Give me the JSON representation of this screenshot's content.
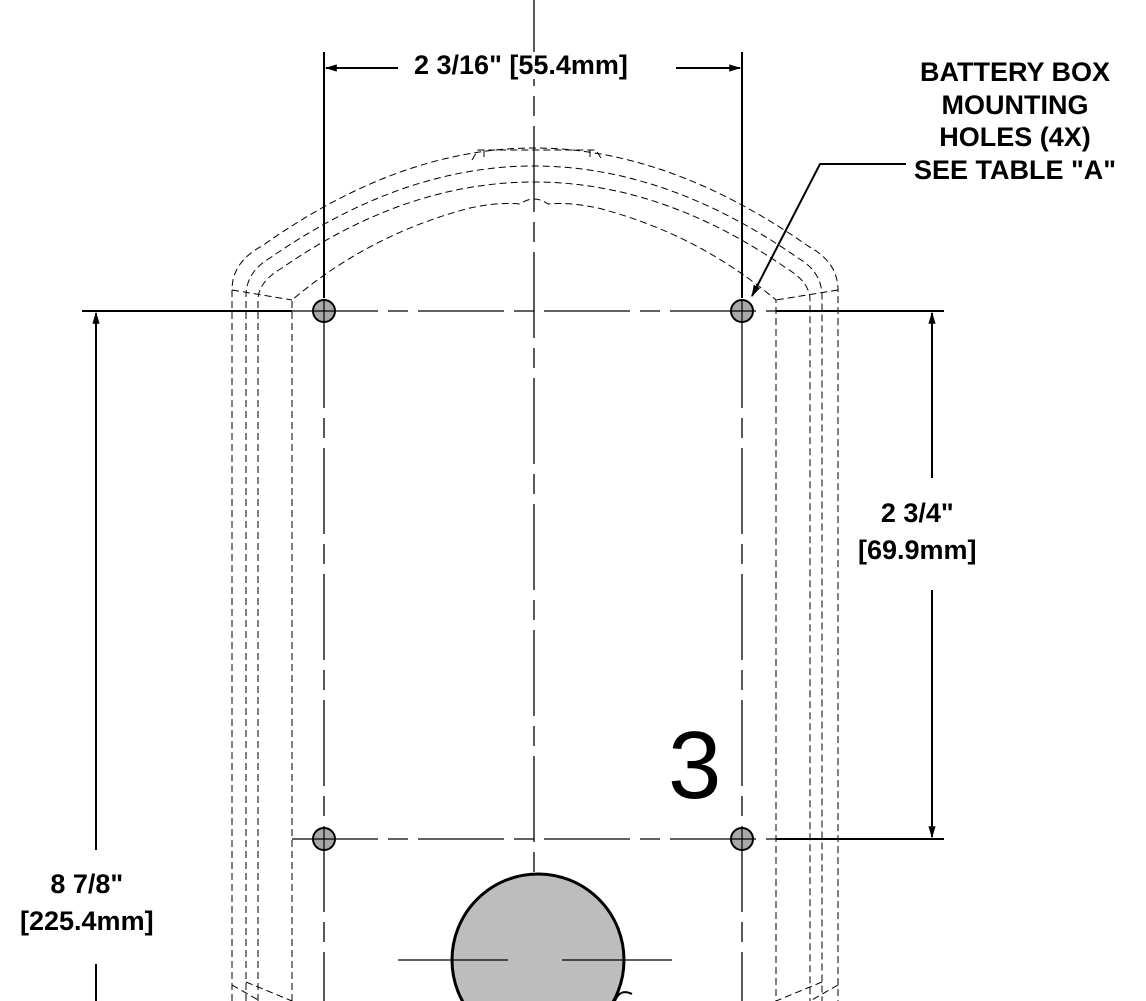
{
  "dimensions": {
    "hole_spacing_horizontal": "2 3/16\" [55.4mm]",
    "hole_spacing_vertical": {
      "imperial": "2 3/4\"",
      "metric": "[69.9mm]"
    },
    "overall_length": {
      "imperial": "8 7/8\"",
      "metric": "[225.4mm]"
    }
  },
  "callout": {
    "lines": [
      "BATTERY BOX",
      "MOUNTING",
      "HOLES (4X)",
      "SEE TABLE \"A\""
    ]
  },
  "view_number": "3",
  "colors": {
    "line": "#000000",
    "hole_fill": "#a8a8a8",
    "knob_fill": "#bdbdbd",
    "background": "#ffffff"
  }
}
